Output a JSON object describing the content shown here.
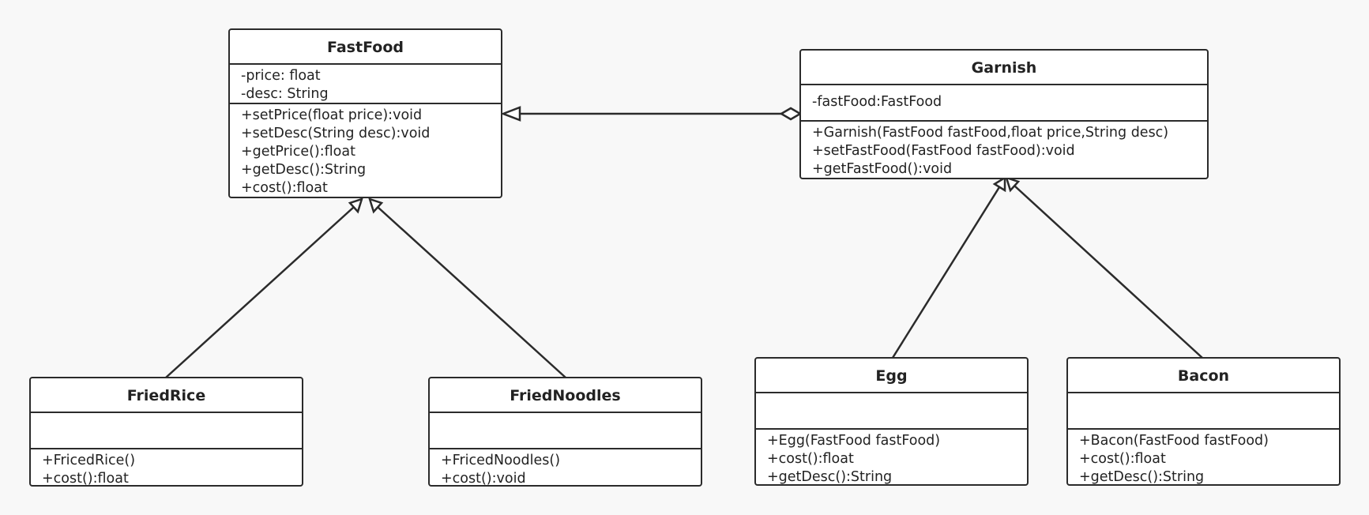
{
  "classes": {
    "fastfood": {
      "name": "FastFood",
      "attributes": [
        "-price: float",
        "-desc: String"
      ],
      "operations": [
        "+setPrice(float price):void",
        "+setDesc(String desc):void",
        "+getPrice():float",
        "+getDesc():String",
        "+cost():float"
      ]
    },
    "garnish": {
      "name": "Garnish",
      "attributes": [
        "-fastFood:FastFood"
      ],
      "operations": [
        "+Garnish(FastFood fastFood,float price,String desc)",
        "+setFastFood(FastFood fastFood):void",
        "+getFastFood():void"
      ]
    },
    "friedrice": {
      "name": "FriedRice",
      "attributes": [],
      "operations": [
        "+FricedRice()",
        "+cost():float"
      ]
    },
    "friednoodles": {
      "name": "FriedNoodles",
      "attributes": [],
      "operations": [
        "+FricedNoodles()",
        "+cost():void"
      ]
    },
    "egg": {
      "name": "Egg",
      "attributes": [],
      "operations": [
        "+Egg(FastFood fastFood)",
        "+cost():float",
        "+getDesc():String"
      ]
    },
    "bacon": {
      "name": "Bacon",
      "attributes": [],
      "operations": [
        "+Bacon(FastFood fastFood)",
        "+cost():float",
        "+getDesc():String"
      ]
    }
  },
  "relations": [
    {
      "type": "generalization",
      "from": "friedrice",
      "to": "fastfood"
    },
    {
      "type": "generalization",
      "from": "friednoodles",
      "to": "fastfood"
    },
    {
      "type": "generalization",
      "from": "egg",
      "to": "garnish"
    },
    {
      "type": "generalization",
      "from": "bacon",
      "to": "garnish"
    },
    {
      "type": "generalization",
      "from": "garnish",
      "to": "fastfood"
    },
    {
      "type": "aggregation",
      "from": "fastfood",
      "to": "garnish"
    }
  ],
  "colors": {
    "line": "#2b2b2b",
    "box_fill": "#ffffff",
    "background": "#f8f8f8"
  }
}
